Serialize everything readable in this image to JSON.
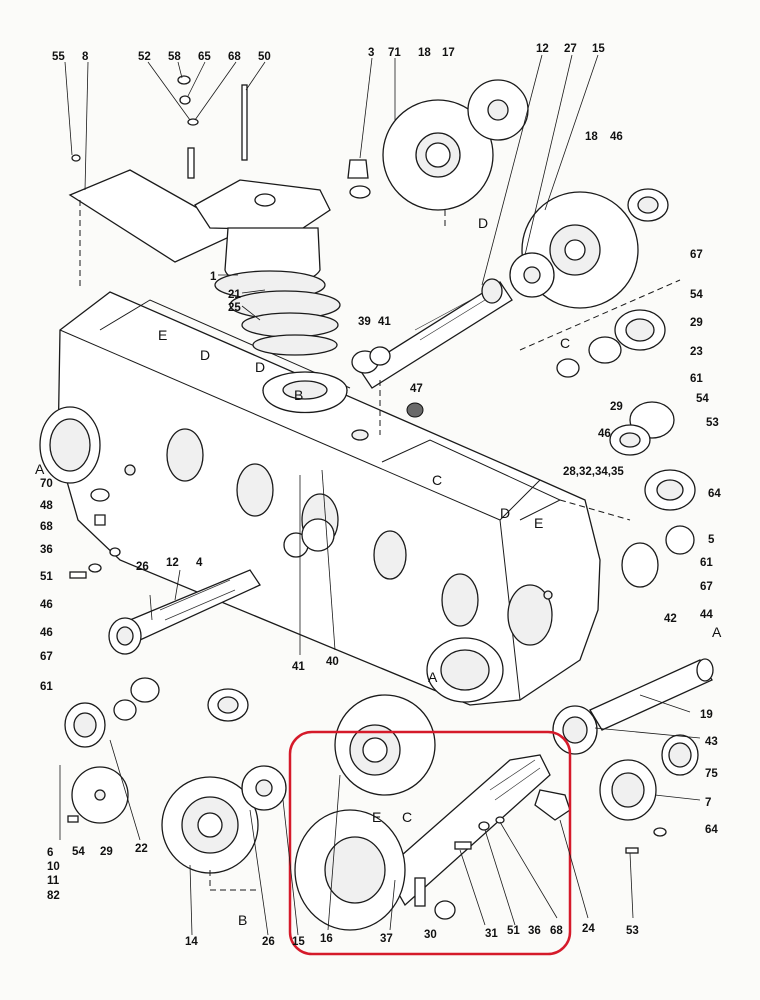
{
  "labels": [
    {
      "id": "p55",
      "text": "55"
    },
    {
      "id": "p8",
      "text": "8"
    },
    {
      "id": "p52",
      "text": "52"
    },
    {
      "id": "p58",
      "text": "58"
    },
    {
      "id": "p65",
      "text": "65"
    },
    {
      "id": "p68a",
      "text": "68"
    },
    {
      "id": "p50",
      "text": "50"
    },
    {
      "id": "p3",
      "text": "3"
    },
    {
      "id": "p71",
      "text": "71"
    },
    {
      "id": "p18a",
      "text": "18"
    },
    {
      "id": "p17",
      "text": "17"
    },
    {
      "id": "p12a",
      "text": "12"
    },
    {
      "id": "p27",
      "text": "27"
    },
    {
      "id": "p15a",
      "text": "15"
    },
    {
      "id": "p18b",
      "text": "18"
    },
    {
      "id": "p46a",
      "text": "46"
    },
    {
      "id": "p1",
      "text": "1"
    },
    {
      "id": "p21",
      "text": "21"
    },
    {
      "id": "p25",
      "text": "25"
    },
    {
      "id": "p67a",
      "text": "67"
    },
    {
      "id": "p54a",
      "text": "54"
    },
    {
      "id": "p29a",
      "text": "29"
    },
    {
      "id": "p23",
      "text": "23"
    },
    {
      "id": "p61a",
      "text": "61"
    },
    {
      "id": "p39",
      "text": "39"
    },
    {
      "id": "p41a",
      "text": "41"
    },
    {
      "id": "p47",
      "text": "47"
    },
    {
      "id": "p29b",
      "text": "29"
    },
    {
      "id": "p54b",
      "text": "54"
    },
    {
      "id": "p53a",
      "text": "53"
    },
    {
      "id": "p46b",
      "text": "46"
    },
    {
      "id": "p283",
      "text": "28,32,34,35"
    },
    {
      "id": "p64a",
      "text": "64"
    },
    {
      "id": "p5",
      "text": "5"
    },
    {
      "id": "p61b",
      "text": "61"
    },
    {
      "id": "p67b",
      "text": "67"
    },
    {
      "id": "p42",
      "text": "42"
    },
    {
      "id": "p44",
      "text": "44"
    },
    {
      "id": "p70",
      "text": "70"
    },
    {
      "id": "p48",
      "text": "48"
    },
    {
      "id": "p68b",
      "text": "68"
    },
    {
      "id": "p36a",
      "text": "36"
    },
    {
      "id": "p51a",
      "text": "51"
    },
    {
      "id": "p26a",
      "text": "26"
    },
    {
      "id": "p12b",
      "text": "12"
    },
    {
      "id": "p4",
      "text": "4"
    },
    {
      "id": "p46c",
      "text": "46"
    },
    {
      "id": "p46d",
      "text": "46"
    },
    {
      "id": "p67c",
      "text": "67"
    },
    {
      "id": "p61c",
      "text": "61"
    },
    {
      "id": "p41b",
      "text": "41"
    },
    {
      "id": "p40",
      "text": "40"
    },
    {
      "id": "p19",
      "text": "19"
    },
    {
      "id": "p43",
      "text": "43"
    },
    {
      "id": "p75",
      "text": "75"
    },
    {
      "id": "p7",
      "text": "7"
    },
    {
      "id": "p64b",
      "text": "64"
    },
    {
      "id": "p53b",
      "text": "53"
    },
    {
      "id": "p6",
      "text": "6"
    },
    {
      "id": "p10",
      "text": "10"
    },
    {
      "id": "p11",
      "text": "11"
    },
    {
      "id": "p82",
      "text": "82"
    },
    {
      "id": "p54c",
      "text": "54"
    },
    {
      "id": "p29c",
      "text": "29"
    },
    {
      "id": "p22",
      "text": "22"
    },
    {
      "id": "p14",
      "text": "14"
    },
    {
      "id": "p26b",
      "text": "26"
    },
    {
      "id": "p15b",
      "text": "15"
    },
    {
      "id": "p16",
      "text": "16"
    },
    {
      "id": "p37",
      "text": "37"
    },
    {
      "id": "p30",
      "text": "30"
    },
    {
      "id": "p31",
      "text": "31"
    },
    {
      "id": "p51b",
      "text": "51"
    },
    {
      "id": "p36b",
      "text": "36"
    },
    {
      "id": "p68c",
      "text": "68"
    },
    {
      "id": "p24",
      "text": "24"
    }
  ],
  "section_marks": [
    {
      "id": "mA1",
      "text": "A"
    },
    {
      "id": "mA2",
      "text": "A"
    },
    {
      "id": "mA3",
      "text": "A"
    },
    {
      "id": "mB1",
      "text": "B"
    },
    {
      "id": "mB2",
      "text": "B"
    },
    {
      "id": "mC1",
      "text": "C"
    },
    {
      "id": "mC2",
      "text": "C"
    },
    {
      "id": "mC3",
      "text": "C"
    },
    {
      "id": "mD1",
      "text": "D"
    },
    {
      "id": "mD2",
      "text": "D"
    },
    {
      "id": "mD3",
      "text": "D"
    },
    {
      "id": "mD4",
      "text": "D"
    },
    {
      "id": "mE1",
      "text": "E"
    },
    {
      "id": "mE2",
      "text": "E"
    },
    {
      "id": "mE3",
      "text": "E"
    }
  ],
  "highlight": {
    "color": "#d51a2a"
  }
}
